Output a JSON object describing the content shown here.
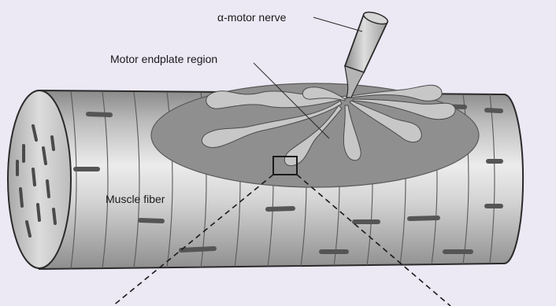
{
  "labels": {
    "nerve": "α-motor nerve",
    "endplate": "Motor endplate region",
    "fiber": "Muscle fiber"
  }
}
